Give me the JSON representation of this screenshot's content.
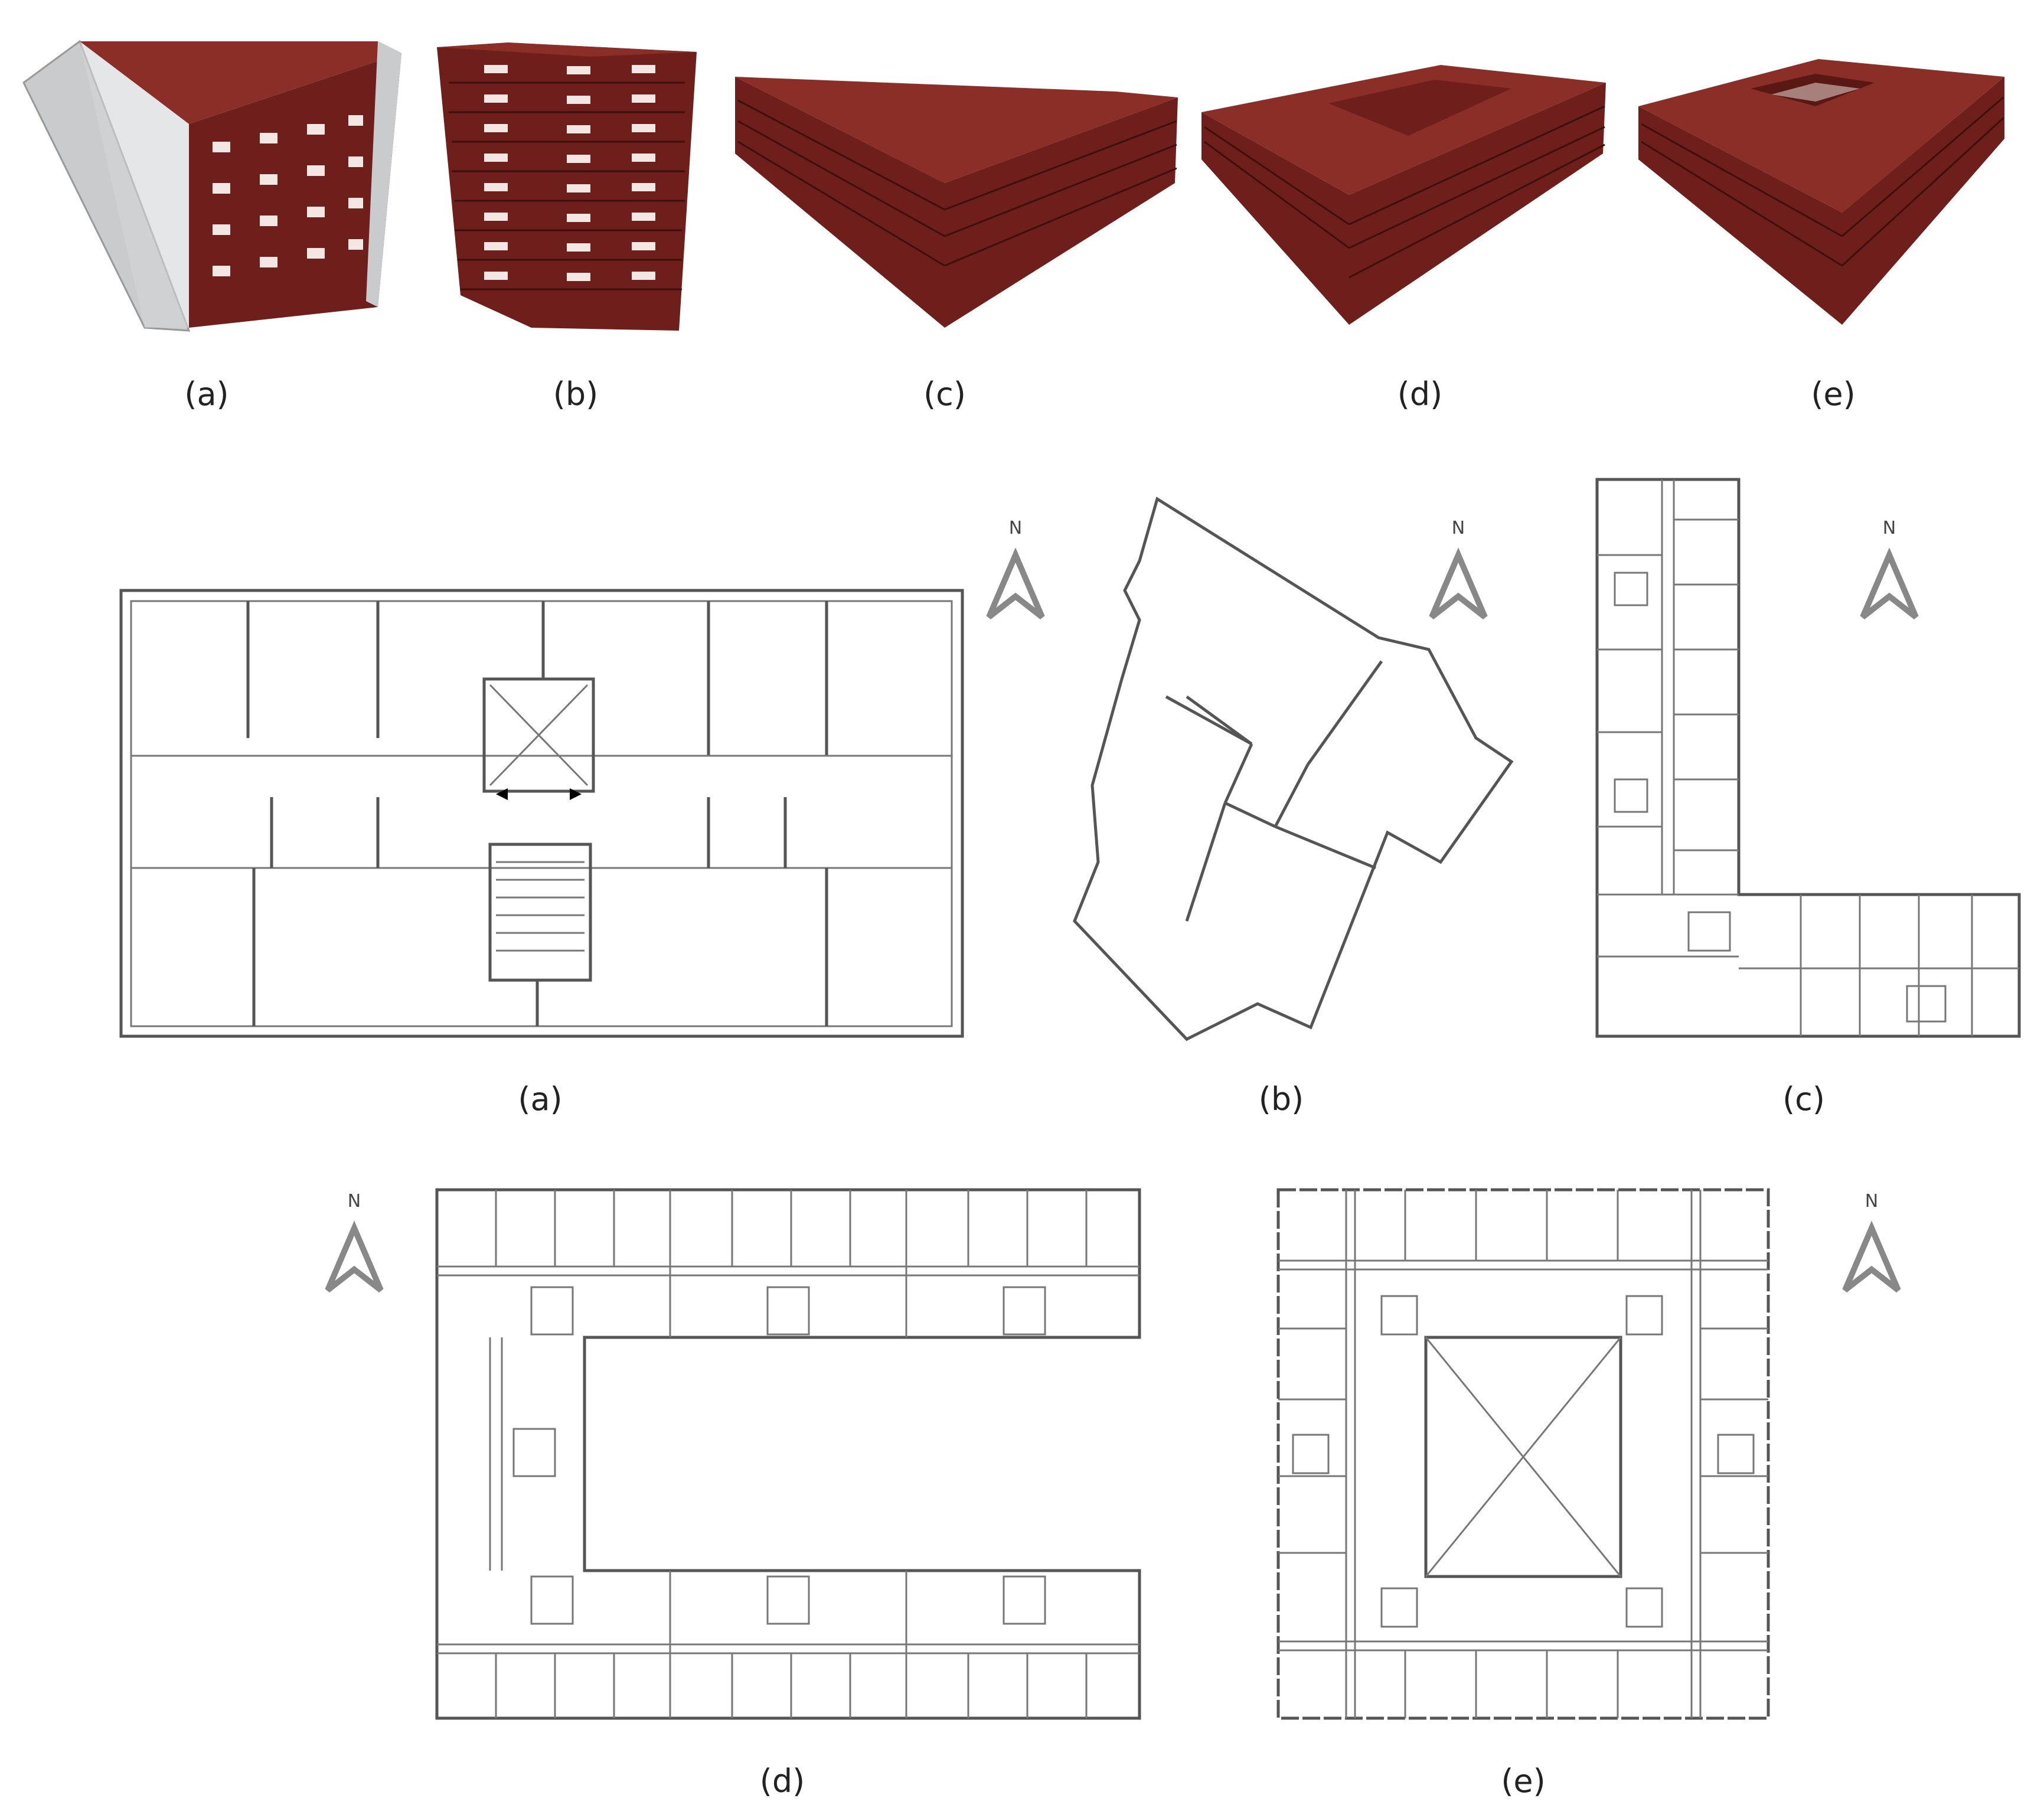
{
  "captions_3d": [
    "(a)",
    "(b)",
    "(c)",
    "(d)",
    "(e)"
  ],
  "captions_plan": [
    "(a)",
    "(b)",
    "(c)",
    "(d)",
    "(e)"
  ],
  "north_label": "N",
  "colors": {
    "roof": "#8b2e28",
    "facade": "#6e1f1b",
    "window": "#f4e6e2",
    "gray_side": "#c9cbcc",
    "plan_line": "#555555",
    "arrow": "#888888"
  }
}
